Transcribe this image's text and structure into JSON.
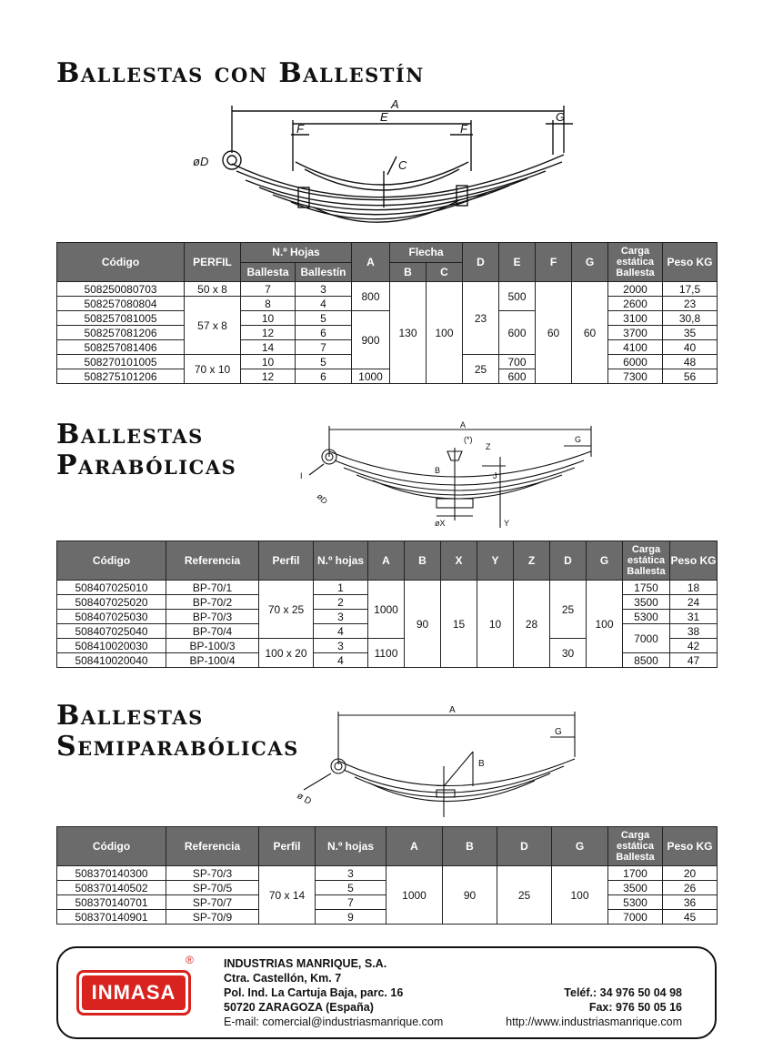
{
  "sections": [
    {
      "title": "Ballestas con Ballestín"
    },
    {
      "title_line1": "Ballestas",
      "title_line2": "Parabólicas"
    },
    {
      "title_line1": "Ballestas",
      "title_line2": "Semiparabólicas"
    }
  ],
  "drawing1": {
    "labels": {
      "a": "A",
      "e": "E",
      "f1": "F",
      "f2": "F",
      "g": "G",
      "c": "C",
      "d": "øD"
    }
  },
  "drawing2": {
    "labels": {
      "a": "A",
      "g": "G",
      "star": "(*)",
      "z": "Z",
      "b": "B",
      "j": "J",
      "x": "øX",
      "y": "Y",
      "d": "øD",
      "i": "I"
    }
  },
  "drawing3": {
    "labels": {
      "a": "A",
      "g": "G",
      "b": "B",
      "d": "ø D"
    }
  },
  "table1": {
    "headers": {
      "codigo": "Código",
      "perfil": "PERFIL",
      "nhojas": "N.º Hojas",
      "ballesta": "Ballesta",
      "ballestin": "Ballestín",
      "a": "A",
      "flecha": "Flecha",
      "b": "B",
      "c": "C",
      "d": "D",
      "e": "E",
      "f": "F",
      "g": "G",
      "carga": "Carga estática Ballesta",
      "peso": "Peso KG"
    },
    "rows": [
      {
        "codigo": "508250080703",
        "ballesta": "7",
        "ballestin": "3",
        "carga": "2000",
        "peso": "17,5"
      },
      {
        "codigo": "508257080804",
        "ballesta": "8",
        "ballestin": "4",
        "carga": "2600",
        "peso": "23"
      },
      {
        "codigo": "508257081005",
        "ballesta": "10",
        "ballestin": "5",
        "carga": "3100",
        "peso": "30,8"
      },
      {
        "codigo": "508257081206",
        "ballesta": "12",
        "ballestin": "6",
        "carga": "3700",
        "peso": "35"
      },
      {
        "codigo": "508257081406",
        "ballesta": "14",
        "ballestin": "7",
        "carga": "4100",
        "peso": "40"
      },
      {
        "codigo": "508270101005",
        "ballesta": "10",
        "ballestin": "5",
        "carga": "6000",
        "peso": "48"
      },
      {
        "codigo": "508275101206",
        "ballesta": "12",
        "ballestin": "6",
        "carga": "7300",
        "peso": "56"
      }
    ],
    "merged": {
      "perfil1": "50 x 8",
      "perfil2": "57 x 8",
      "perfil3": "70 x 10",
      "a1": "800",
      "a2": "900",
      "a3": "1000",
      "b": "130",
      "c": "100",
      "d1": "23",
      "d2": "25",
      "e1": "500",
      "e2": "600",
      "e3": "700",
      "e4": "600",
      "f": "60",
      "g": "60"
    }
  },
  "table2": {
    "headers": {
      "codigo": "Código",
      "referencia": "Referencia",
      "perfil": "Perfil",
      "nhojas": "N.º hojas",
      "a": "A",
      "b": "B",
      "x": "X",
      "y": "Y",
      "z": "Z",
      "d": "D",
      "g": "G",
      "carga": "Carga estática Ballesta",
      "peso": "Peso KG"
    },
    "rows": [
      {
        "codigo": "508407025010",
        "referencia": "BP-70/1",
        "nhojas": "1",
        "peso": "18"
      },
      {
        "codigo": "508407025020",
        "referencia": "BP-70/2",
        "nhojas": "2",
        "peso": "24"
      },
      {
        "codigo": "508407025030",
        "referencia": "BP-70/3",
        "nhojas": "3",
        "peso": "31"
      },
      {
        "codigo": "508407025040",
        "referencia": "BP-70/4",
        "nhojas": "4",
        "peso": "38"
      },
      {
        "codigo": "508410020030",
        "referencia": "BP-100/3",
        "nhojas": "3",
        "peso": "42"
      },
      {
        "codigo": "508410020040",
        "referencia": "BP-100/4",
        "nhojas": "4",
        "peso": "47"
      }
    ],
    "merged": {
      "perfil1": "70 x 25",
      "perfil2": "100 x 20",
      "a1": "1000",
      "a2": "1100",
      "b": "90",
      "x": "15",
      "y": "10",
      "z": "28",
      "d1": "25",
      "d2": "30",
      "g": "100",
      "carga1": "1750",
      "carga2": "3500",
      "carga3": "5300",
      "carga4": "7000",
      "carga5": "8500"
    }
  },
  "table3": {
    "headers": {
      "codigo": "Código",
      "referencia": "Referencia",
      "perfil": "Perfil",
      "nhojas": "N.º hojas",
      "a": "A",
      "b": "B",
      "d": "D",
      "g": "G",
      "carga": "Carga estática Ballesta",
      "peso": "Peso KG"
    },
    "rows": [
      {
        "codigo": "508370140300",
        "referencia": "SP-70/3",
        "nhojas": "3",
        "carga": "1700",
        "peso": "20"
      },
      {
        "codigo": "508370140502",
        "referencia": "SP-70/5",
        "nhojas": "5",
        "carga": "3500",
        "peso": "26"
      },
      {
        "codigo": "508370140701",
        "referencia": "SP-70/7",
        "nhojas": "7",
        "carga": "5300",
        "peso": "36"
      },
      {
        "codigo": "508370140901",
        "referencia": "SP-70/9",
        "nhojas": "9",
        "carga": "7000",
        "peso": "45"
      }
    ],
    "merged": {
      "perfil": "70 x 14",
      "a": "1000",
      "b": "90",
      "d": "25",
      "g": "100"
    }
  },
  "footer": {
    "logo_text": "INMASA",
    "registered": "®",
    "company": "INDUSTRIAS MANRIQUE, S.A.",
    "address1": "Ctra. Castellón, Km. 7",
    "address2": "Pol. Ind. La Cartuja Baja, parc. 16",
    "address3": "50720 ZARAGOZA (España)",
    "email": "E-mail: comercial@industriasmanrique.com",
    "phone": "Teléf.: 34 976 50 04 98",
    "fax": "Fax: 976 50 05 16",
    "web": "http://www.industriasmanrique.com"
  },
  "colors": {
    "header_bg": "#6b6b6b",
    "logo_red": "#d8231f"
  }
}
